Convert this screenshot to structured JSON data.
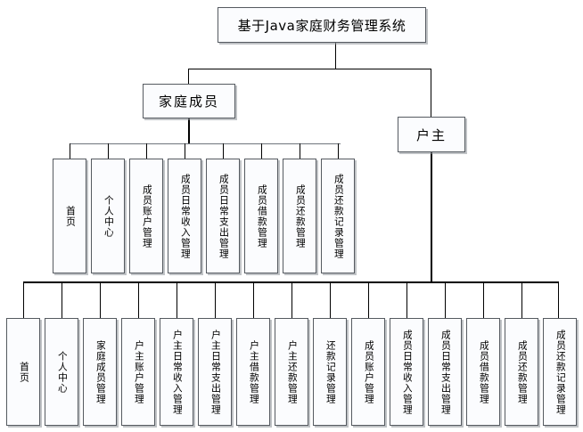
{
  "diagram": {
    "type": "tree-hierarchy",
    "title": "基于Java家庭财务管理系统",
    "root": {
      "label": "基于Java家庭财务管理系统"
    },
    "level2": [
      {
        "label": "家庭成员"
      },
      {
        "label": "户主"
      }
    ],
    "family_member_functions": [
      {
        "label": "首页"
      },
      {
        "label": "个人中心"
      },
      {
        "label": "成员账户管理"
      },
      {
        "label": "成员日常收入管理"
      },
      {
        "label": "成员日常支出管理"
      },
      {
        "label": "成员借款管理"
      },
      {
        "label": "成员还款管理"
      },
      {
        "label": "成员还款记录管理"
      }
    ],
    "head_of_household_functions": [
      {
        "label": "首页"
      },
      {
        "label": "个人中心"
      },
      {
        "label": "家庭成员管理"
      },
      {
        "label": "户主账户管理"
      },
      {
        "label": "户主日常收入管理"
      },
      {
        "label": "户主日常支出管理"
      },
      {
        "label": "户主借款管理"
      },
      {
        "label": "户主还款管理"
      },
      {
        "label": "还款记录管理"
      },
      {
        "label": "成员账户管理"
      },
      {
        "label": "成员日常收入管理"
      },
      {
        "label": "成员日常支出管理"
      },
      {
        "label": "成员借款管理"
      },
      {
        "label": "成员还款管理"
      },
      {
        "label": "成员还款记录管理"
      }
    ],
    "colors": {
      "box_fill": "#fbfcfe",
      "box_border": "#555a60",
      "connector": "#000000",
      "bus": "#6f757c",
      "text": "#000000",
      "background": "#ffffff"
    }
  }
}
